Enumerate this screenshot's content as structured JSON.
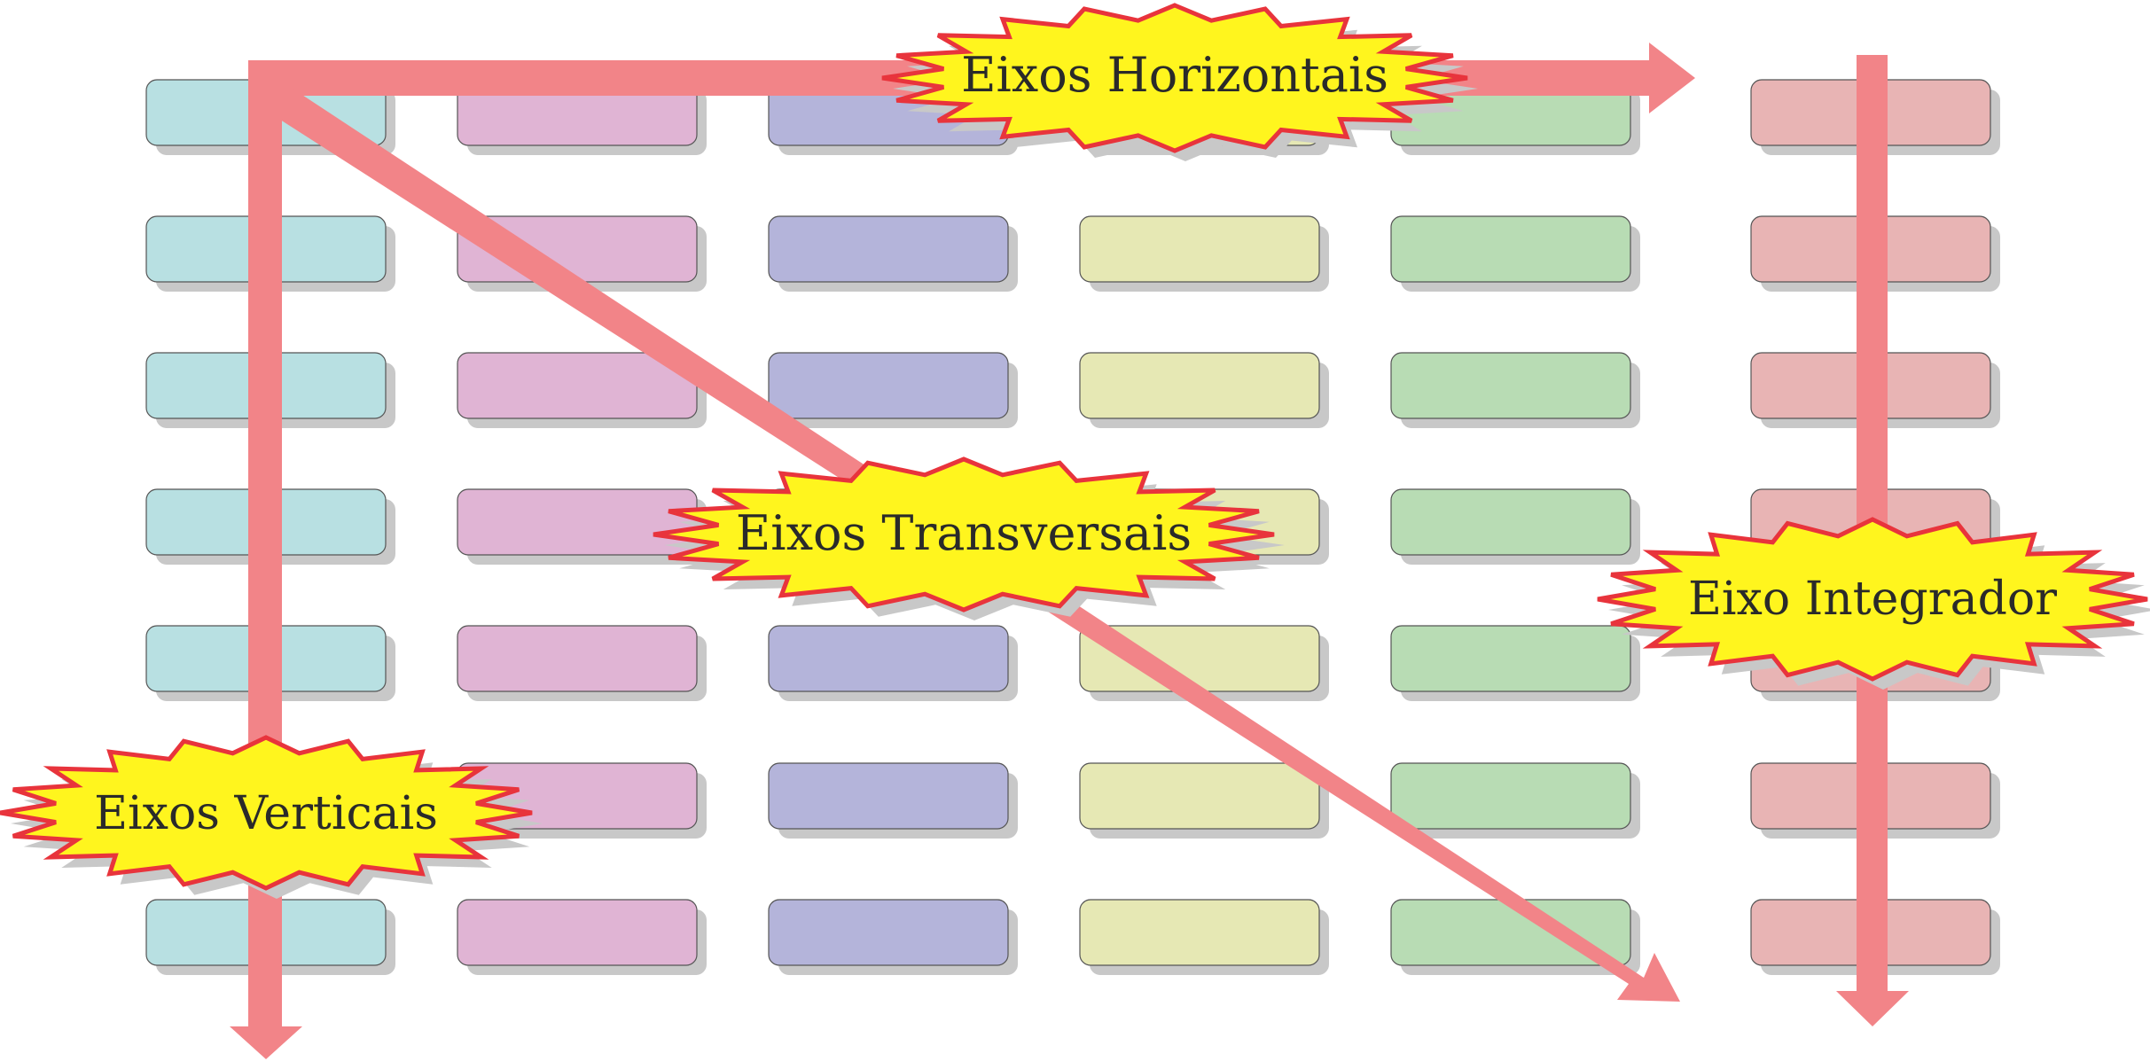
{
  "labels": {
    "horizontal": "Eixos Horizontais",
    "transversal": "Eixos Transversais",
    "integrator": "Eixo Integrador",
    "vertical": "Eixos Verticais"
  },
  "grid": {
    "columns": 6,
    "rows": 7,
    "column_colors": [
      "#b8e0e2",
      "#e0b4d4",
      "#b4b4da",
      "#e6e8b4",
      "#b8dcb4",
      "#e8b4b4"
    ]
  },
  "colors": {
    "arrow": "#f28488",
    "burst_fill": "#fff51e",
    "burst_stroke": "#e8343c",
    "shadow": "#c8c8c8"
  }
}
